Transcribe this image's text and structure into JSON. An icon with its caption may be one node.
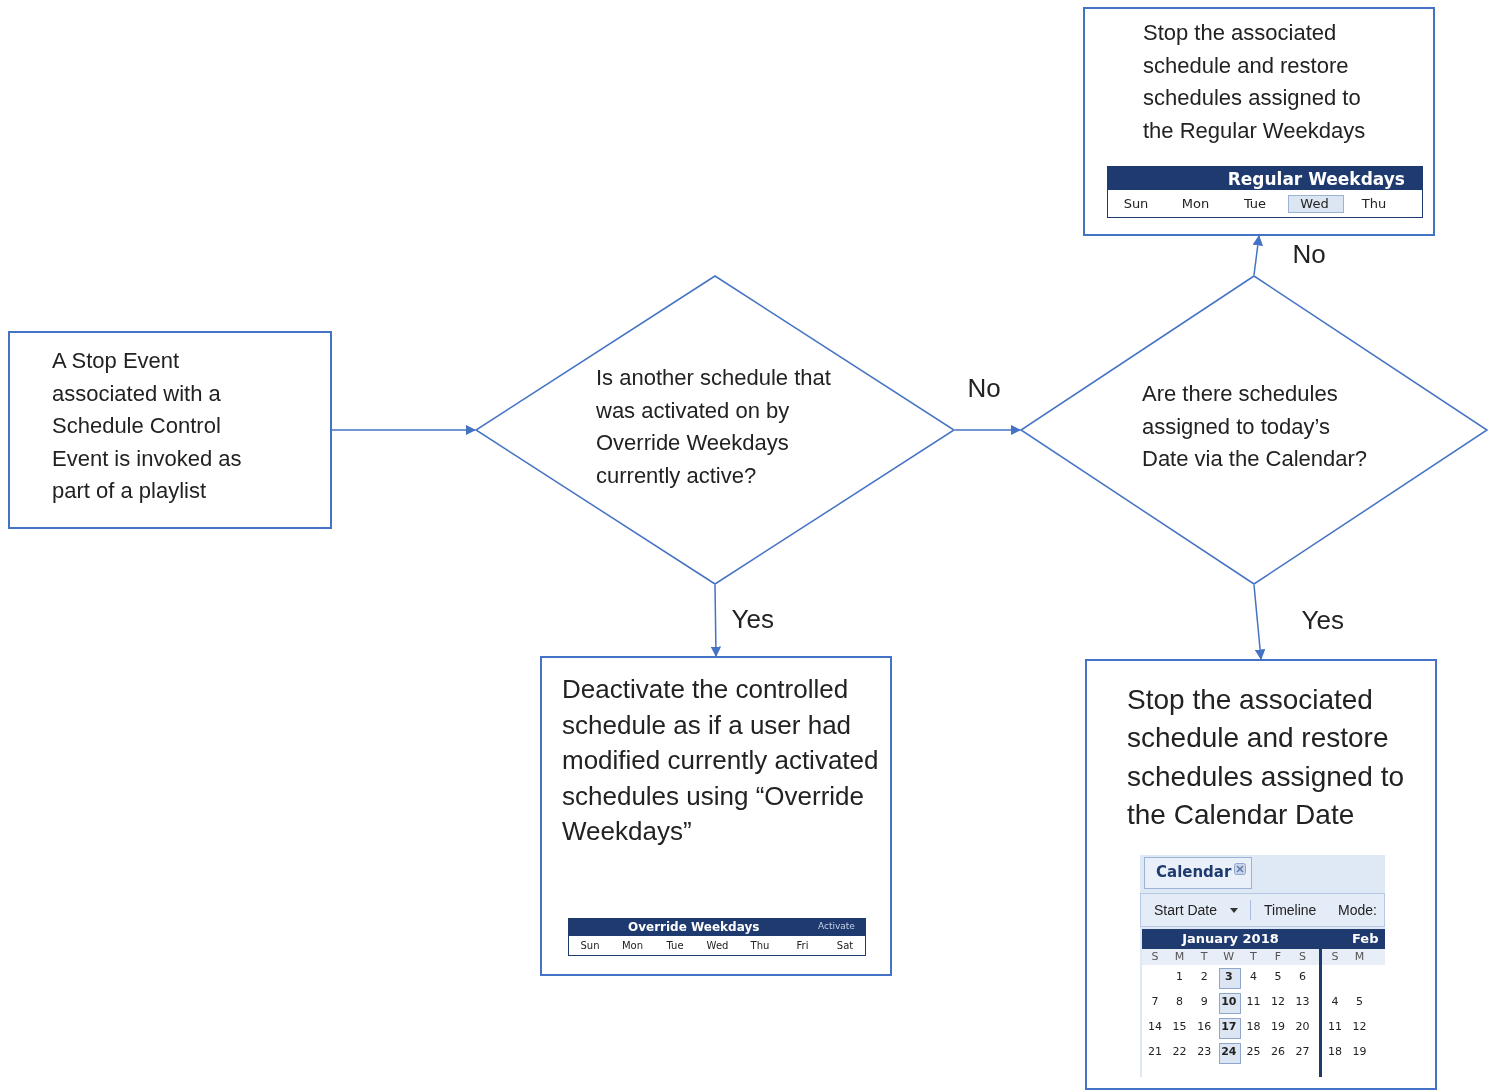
{
  "diagram": {
    "nodes": [
      {
        "text": [
          "A Stop Event associated with a Schedule Control Event is invoked as part of a playlist"
        ]
      },
      {
        "text": [
          "Is another schedule that was activated on by Override Weekdays currently active?"
        ]
      },
      {
        "text": [
          "Are there schedules assigned to today’s Date via the Calendar?"
        ]
      },
      {
        "text": [
          "Stop the associated schedule and restore schedules assigned to the Regular Weekdays"
        ]
      },
      {
        "text": [
          "Deactivate the controlled schedule as if a user had modified currently activated schedules using “Override Weekdays”"
        ]
      },
      {
        "text": [
          "Stop the associated schedule and restore schedules assigned to the Calendar Date"
        ]
      }
    ],
    "edges": [
      {
        "from": 0,
        "to": 1,
        "arrow": "to"
      },
      {
        "from": 1,
        "to": 2,
        "arrow": "to",
        "label": "No"
      },
      {
        "from": 1,
        "to": 4,
        "arrow": "to",
        "label": "Yes"
      },
      {
        "from": 2,
        "to": 3,
        "arrow": "to",
        "label": "No"
      },
      {
        "from": 2,
        "to": 5,
        "arrow": "to",
        "label": "Yes"
      }
    ],
    "labels": [
      "Regular Weekdays",
      "Sun",
      "Mon",
      "Tue",
      "Wed",
      "Thu",
      "Override Weekdays",
      "Activate",
      "Sun",
      "Mon",
      "Tue",
      "Wed",
      "Thu",
      "Fri",
      "Sat",
      "Calendar",
      "Start Date",
      "Timeline",
      "Mode:",
      "January 2018",
      "Feb",
      "S",
      "M",
      "T",
      "W",
      "T",
      "F",
      "S",
      "S",
      "M",
      "1",
      "2",
      "3",
      "4",
      "5",
      "6",
      "7",
      "8",
      "9",
      "10",
      "11",
      "12",
      "13",
      "4",
      "5",
      "14",
      "15",
      "16",
      "17",
      "18",
      "19",
      "20",
      "11",
      "12",
      "21",
      "22",
      "23",
      "24",
      "25",
      "26",
      "27",
      "18",
      "19"
    ]
  }
}
